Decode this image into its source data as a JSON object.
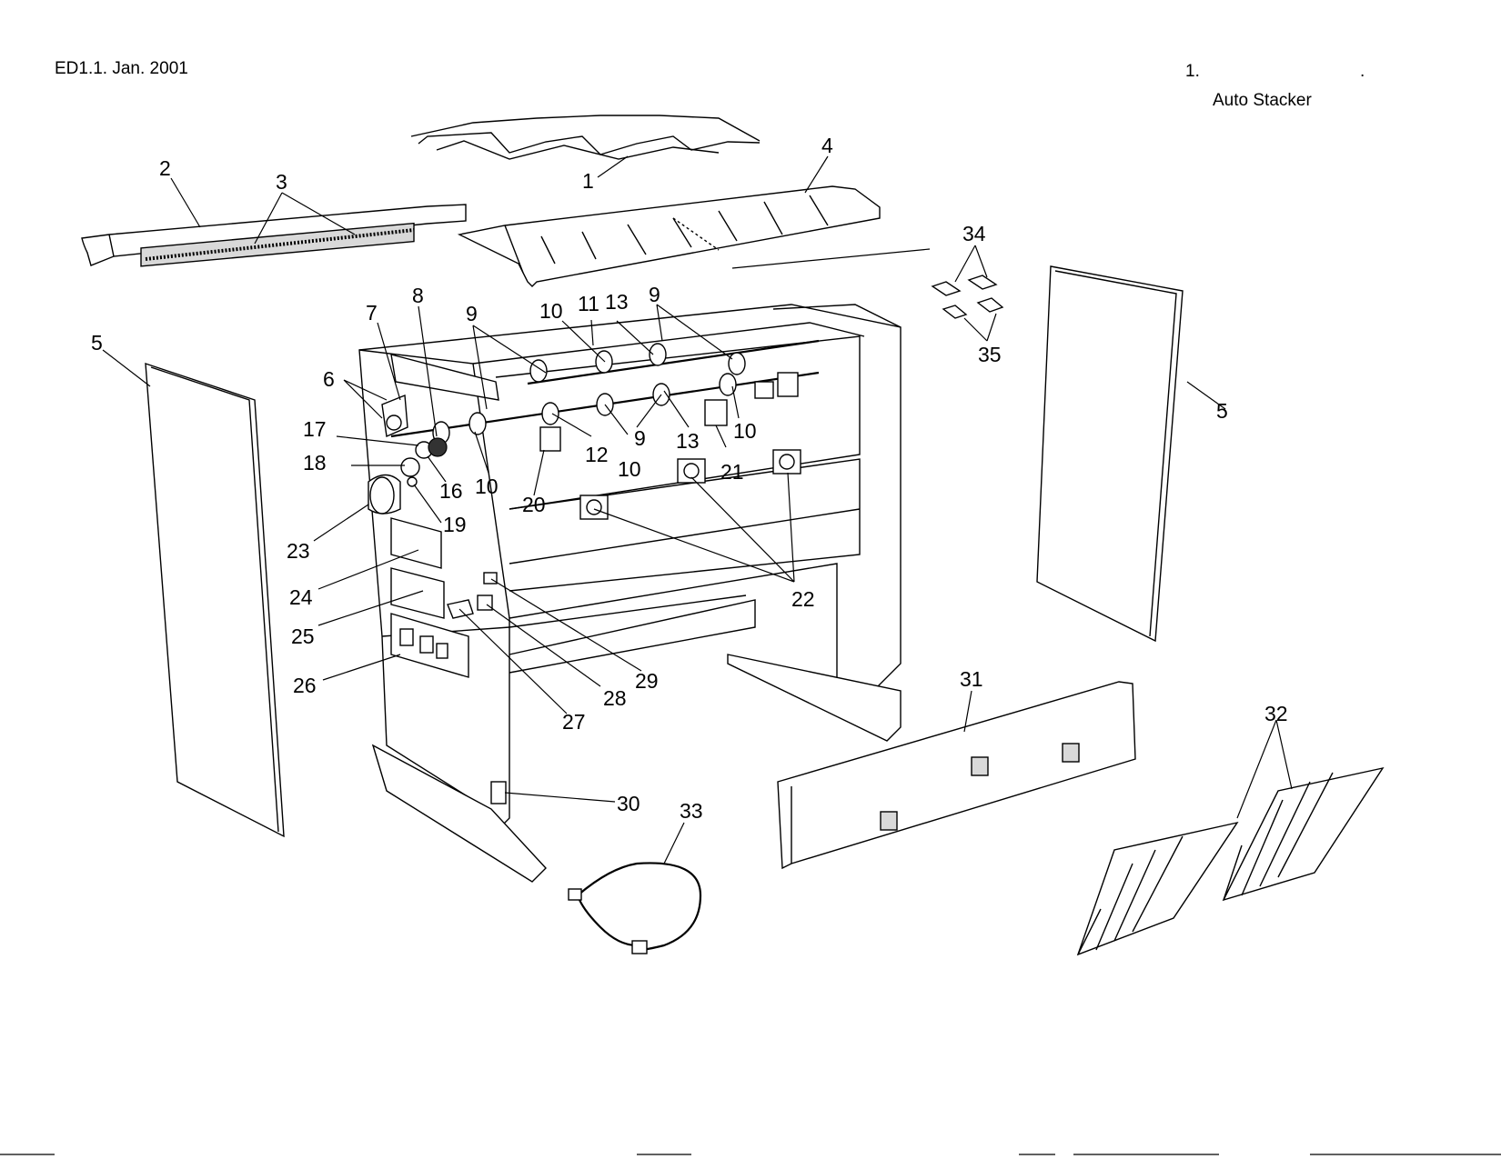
{
  "header": {
    "edition": "ED1.1.  Jan. 2001",
    "section": "1.",
    "title": "Auto Stacker",
    "dot": "."
  },
  "callouts": [
    "1",
    "2",
    "3",
    "4",
    "5",
    "5",
    "6",
    "7",
    "8",
    "9",
    "9",
    "9",
    "9",
    "10",
    "10",
    "10",
    "10",
    "11",
    "12",
    "13",
    "13",
    "16",
    "17",
    "18",
    "19",
    "20",
    "21",
    "22",
    "23",
    "24",
    "25",
    "26",
    "27",
    "28",
    "29",
    "30",
    "31",
    "32",
    "33",
    "34",
    "35"
  ]
}
